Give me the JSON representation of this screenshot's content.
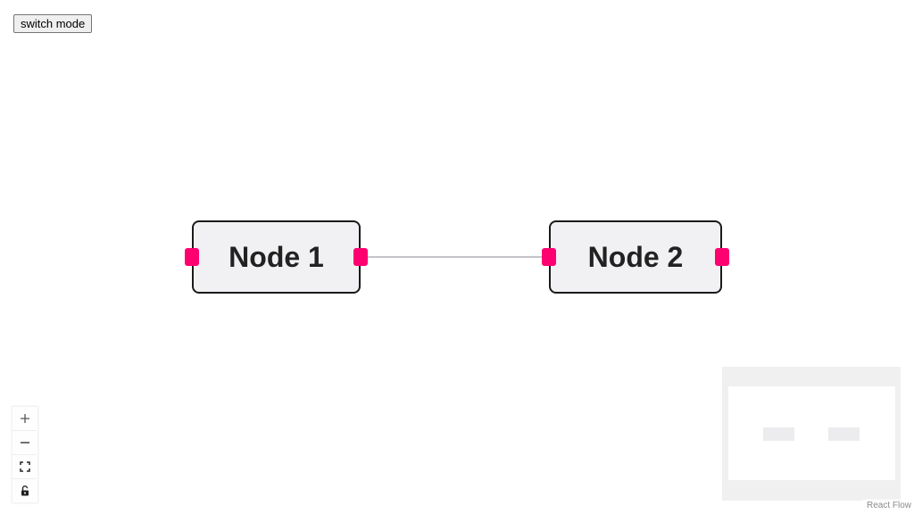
{
  "toolbar": {
    "switch_mode_label": "switch mode"
  },
  "flow": {
    "nodes": [
      {
        "id": "node-1",
        "label": "Node 1"
      },
      {
        "id": "node-2",
        "label": "Node 2"
      }
    ],
    "edges": [
      {
        "source": "node-1",
        "target": "node-2"
      }
    ],
    "handle_color": "#ff0071",
    "edge_color": "#b1b1b7"
  },
  "controls": {
    "buttons": [
      {
        "name": "zoom-in",
        "icon": "plus-icon"
      },
      {
        "name": "zoom-out",
        "icon": "minus-icon"
      },
      {
        "name": "fit-view",
        "icon": "fit-view-icon"
      },
      {
        "name": "toggle-interactivity",
        "icon": "lock-icon"
      }
    ]
  },
  "attribution": {
    "label": "React Flow"
  }
}
